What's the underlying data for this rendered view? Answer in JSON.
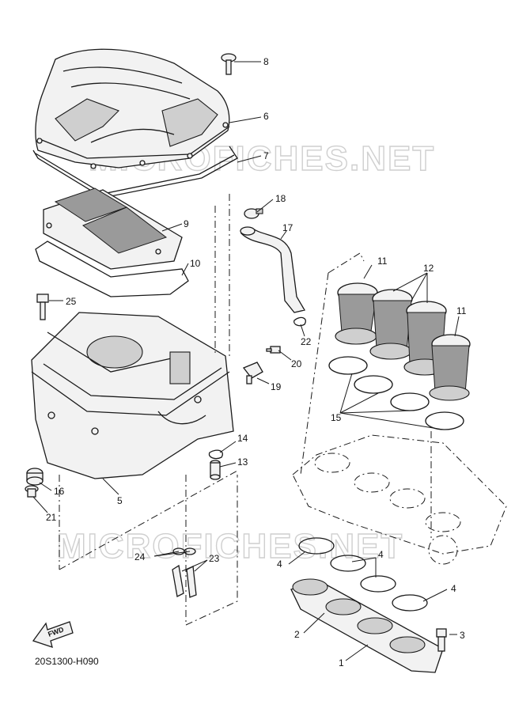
{
  "watermark": "MICROFICHES.NET",
  "diagram_code": "20S1300-H090",
  "fwd_label": "FWD",
  "callouts": {
    "c1": "1",
    "c2": "2",
    "c3": "3",
    "c4a": "4",
    "c4b": "4",
    "c4c": "4",
    "c5": "5",
    "c6": "6",
    "c7": "7",
    "c8": "8",
    "c9": "9",
    "c10": "10",
    "c11a": "11",
    "c11b": "11",
    "c12": "12",
    "c13": "13",
    "c14": "14",
    "c15": "15",
    "c16": "16",
    "c17": "17",
    "c18": "18",
    "c19": "19",
    "c20": "20",
    "c21": "21",
    "c22": "22",
    "c23": "23",
    "c24": "24",
    "c25": "25"
  }
}
